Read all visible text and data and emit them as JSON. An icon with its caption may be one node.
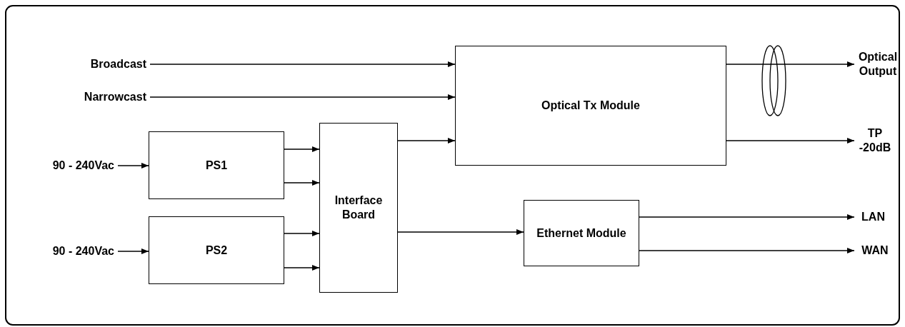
{
  "diagram": {
    "nodes": [
      {
        "text": [
          "Broadcast"
        ]
      },
      {
        "text": [
          "Narrowcast"
        ]
      },
      {
        "text": [
          "90 - 240Vac"
        ]
      },
      {
        "text": [
          "90 - 240Vac"
        ]
      },
      {
        "text": [
          "PS1"
        ]
      },
      {
        "text": [
          "PS2"
        ]
      },
      {
        "text": [
          "Interface Board"
        ]
      },
      {
        "text": [
          "Optical Tx Module"
        ]
      },
      {
        "text": [
          "Ethernet Module"
        ]
      },
      {
        "text": [
          "Optical Output"
        ]
      },
      {
        "text": [
          "TP -20dB"
        ]
      },
      {
        "text": [
          "LAN"
        ]
      },
      {
        "text": [
          "WAN"
        ]
      }
    ],
    "edges": [
      {
        "from": 0,
        "to": 7,
        "arrow": "to"
      },
      {
        "from": 1,
        "to": 7,
        "arrow": "to"
      },
      {
        "from": 2,
        "to": 4,
        "arrow": "to"
      },
      {
        "from": 3,
        "to": 5,
        "arrow": "to"
      },
      {
        "from": 4,
        "to": 6,
        "arrow": "to"
      },
      {
        "from": 4,
        "to": 6,
        "arrow": "to"
      },
      {
        "from": 5,
        "to": 6,
        "arrow": "to"
      },
      {
        "from": 5,
        "to": 6,
        "arrow": "to"
      },
      {
        "from": 6,
        "to": 7,
        "arrow": "to"
      },
      {
        "from": 6,
        "to": 8,
        "arrow": "to"
      },
      {
        "from": 7,
        "to": 9,
        "arrow": "to"
      },
      {
        "from": 7,
        "to": 10,
        "arrow": "to"
      },
      {
        "from": 8,
        "to": 11,
        "arrow": "to"
      },
      {
        "from": 8,
        "to": 12,
        "arrow": "to"
      }
    ]
  }
}
